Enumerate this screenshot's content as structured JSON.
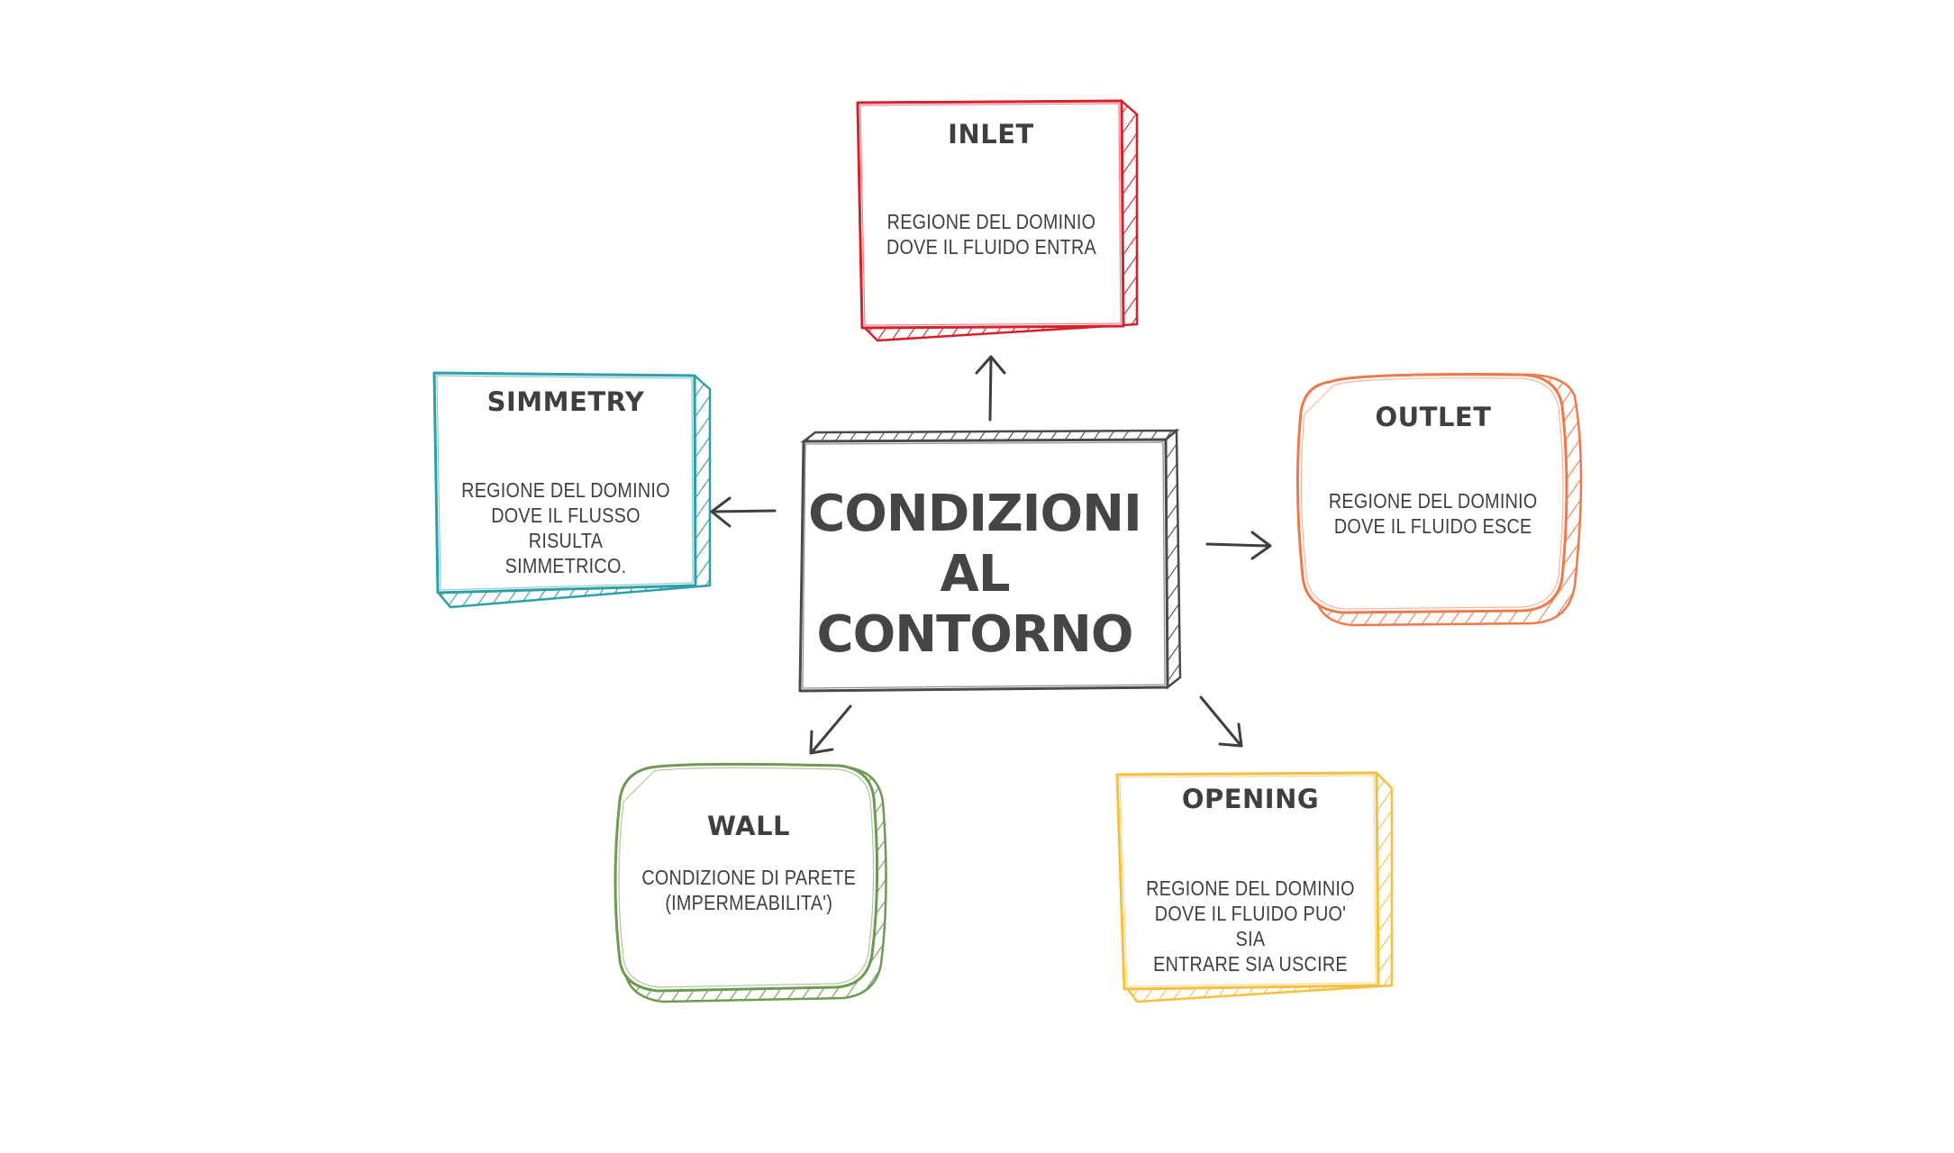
{
  "center": {
    "label": "CONDIZIONI\nAL\nCONTORNO",
    "color": "#3f3f3f"
  },
  "nodes": {
    "inlet": {
      "title": "INLET",
      "desc": "REGIONE DEL DOMINIO\nDOVE IL FLUIDO ENTRA",
      "color": "#d6202a"
    },
    "outlet": {
      "title": "OUTLET",
      "desc": "REGIONE DEL DOMINIO\nDOVE IL FLUIDO ESCE",
      "color": "#ee7a4b"
    },
    "simmetry": {
      "title": "SIMMETRY",
      "desc": "REGIONE DEL DOMINIO\nDOVE IL FLUSSO RISULTA\nSIMMETRICO.",
      "color": "#2d9fa8"
    },
    "wall": {
      "title": "WALL",
      "desc": "CONDIZIONE DI PARETE\n(IMPERMEABILITA')",
      "color": "#6f9a52"
    },
    "opening": {
      "title": "OPENING",
      "desc": "REGIONE DEL DOMINIO\nDOVE IL FLUIDO PUO' SIA\nENTRARE SIA USCIRE",
      "color": "#f6bf3c"
    }
  },
  "edges": [
    {
      "from": "center",
      "to": "inlet"
    },
    {
      "from": "center",
      "to": "outlet"
    },
    {
      "from": "center",
      "to": "simmetry"
    },
    {
      "from": "center",
      "to": "wall"
    },
    {
      "from": "center",
      "to": "opening"
    }
  ]
}
